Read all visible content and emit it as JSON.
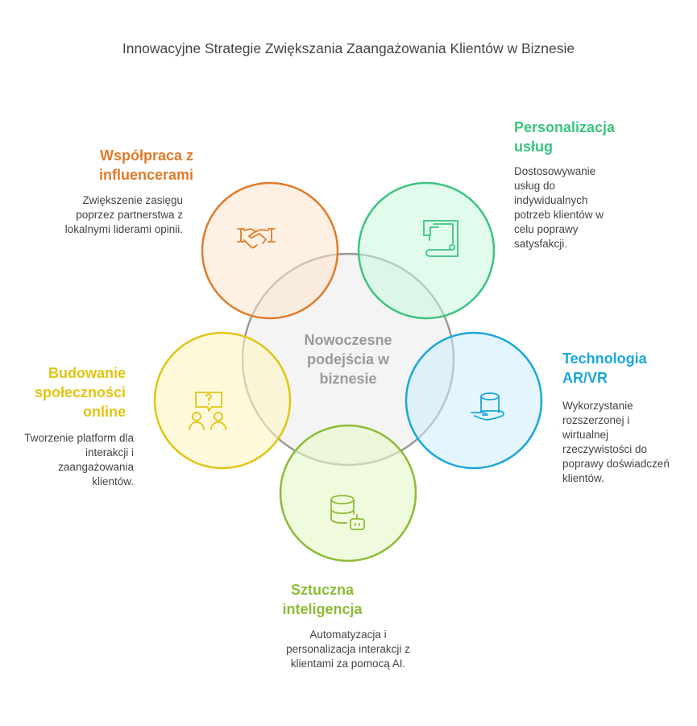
{
  "title": "Innowacyjne Strategie Zwiększania Zaangażowania Klientów w Biznesie",
  "center": {
    "label": "Nowoczesne podejścia w biznesie",
    "color": "#999999"
  },
  "items": [
    {
      "title": "Współpraca z influencerami",
      "description": "Zwiększenie zasięgu poprzez partnerstwa z lokalnymi liderami opinii.",
      "icon": "handshake-icon",
      "color": "#e07b2a"
    },
    {
      "title": "Personalizacja usług",
      "description": "Dostosowywanie usług do indywidualnych potrzeb klientów w celu poprawy satysfakcji.",
      "icon": "sewing-machine-icon",
      "color": "#3cc47f"
    },
    {
      "title": "Technologia AR/VR",
      "description": "Wykorzystanie rozszerzonej i wirtualnej rzeczywistości do poprawy doświadczeń klientów.",
      "icon": "hand-cylinder-icon",
      "color": "#1aa7dc"
    },
    {
      "title": "Sztuczna inteligencja",
      "description": "Automatyzacja i personalizacja interakcji z klientami za pomocą AI.",
      "icon": "database-robot-icon",
      "color": "#8dbb35"
    },
    {
      "title": "Budowanie społeczności online",
      "description": "Tworzenie platform dla interakcji i zaangażowania klientów.",
      "icon": "community-chat-icon",
      "color": "#e0c514"
    }
  ]
}
